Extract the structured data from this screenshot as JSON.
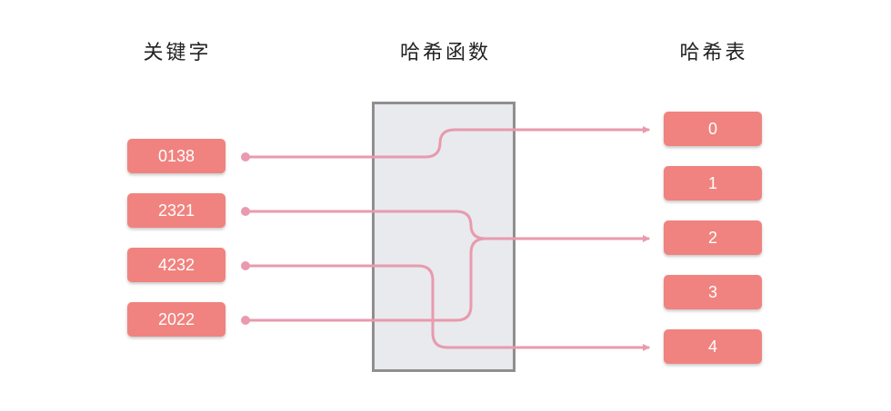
{
  "headings": {
    "keys": "关键字",
    "hash_function": "哈希函数",
    "hash_table": "哈希表"
  },
  "keys": [
    "0138",
    "2321",
    "4232",
    "2022"
  ],
  "slots": [
    "0",
    "1",
    "2",
    "3",
    "4"
  ],
  "mappings": [
    {
      "key": "0138",
      "slot": "0"
    },
    {
      "key": "2321",
      "slot": "2"
    },
    {
      "key": "4232",
      "slot": "4"
    },
    {
      "key": "2022",
      "slot": "2"
    }
  ],
  "colors": {
    "pill": "#f0837f",
    "arrow": "#e99aae",
    "box_fill": "#e8eaee",
    "box_border": "#8f8f8f"
  }
}
